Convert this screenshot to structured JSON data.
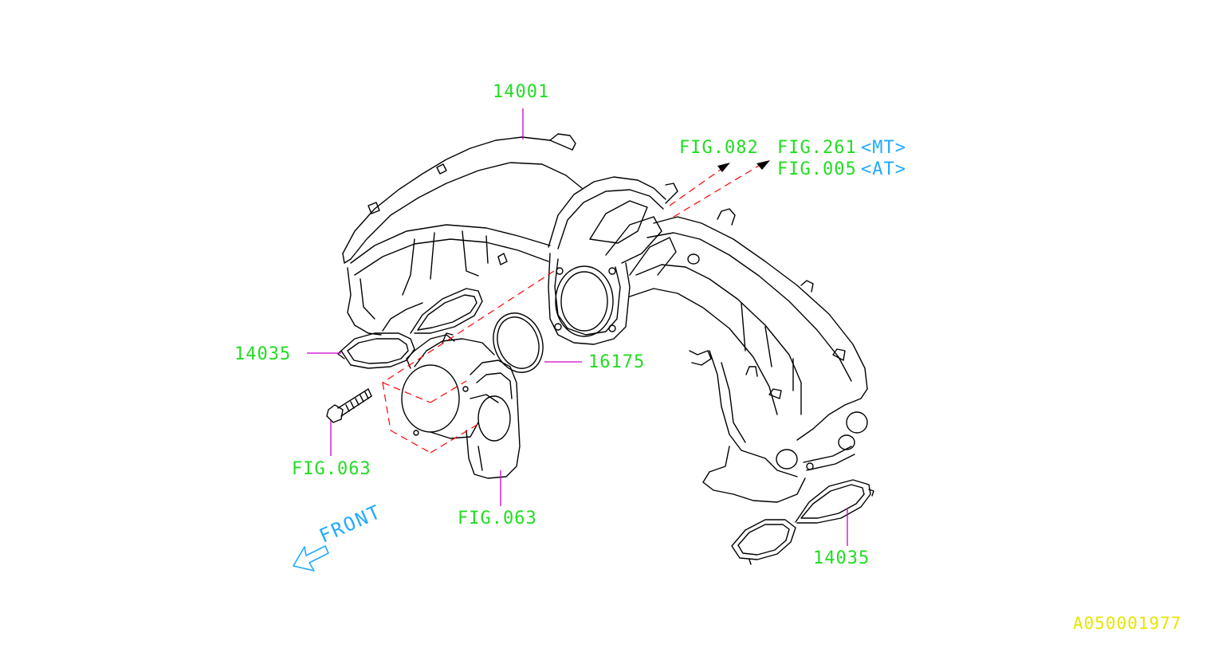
{
  "callouts": {
    "manifold": "14001",
    "gasket_left": "14035",
    "gasket_right": "14035",
    "throttle_gasket": "16175",
    "fig_bolt": "FIG.063",
    "fig_throttle": "FIG.063",
    "fig_082": "FIG.082",
    "fig_261": "FIG.261",
    "fig_005": "FIG.005",
    "mt_tag": "<MT>",
    "at_tag": "<AT>"
  },
  "front_label": "FRONT",
  "diagram_id": "A050001977",
  "colors": {
    "line": "#000000",
    "callout_text": "#22dd22",
    "leader": "#cc00cc",
    "hidden_line": "#ff0000",
    "tag_text": "#22aaff",
    "id_text": "#e6e600"
  },
  "icons": {
    "front_arrow": "front-arrow-icon",
    "pointer_arrows": "arrowhead-icon"
  }
}
